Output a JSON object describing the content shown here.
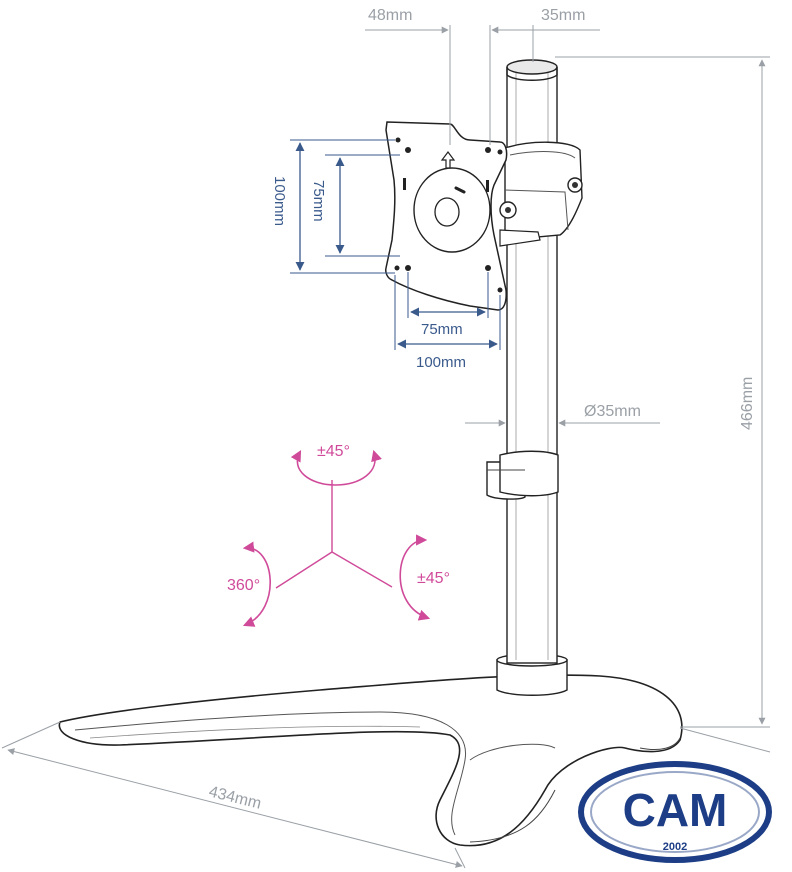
{
  "dimensions": {
    "offset_48": "48mm",
    "offset_35": "35mm",
    "vesa_vertical_100": "100mm",
    "vesa_vertical_75": "75mm",
    "vesa_horizontal_75": "75mm",
    "vesa_horizontal_100": "100mm",
    "pole_diameter": "Ø35mm",
    "height": "466mm",
    "base_width": "434mm"
  },
  "rotation": {
    "tilt": "±45°",
    "swivel": "±45°",
    "rotate": "360°"
  },
  "logo": {
    "text": "CAM",
    "year": "2002"
  },
  "colors": {
    "grey_dimension": "#9aa0a6",
    "blue_dimension": "#3a5a8c",
    "pink_rotation": "#d04a9a",
    "logo_blue": "#1d3e86"
  },
  "icons": {
    "up-arrow": "up-arrow-icon"
  }
}
